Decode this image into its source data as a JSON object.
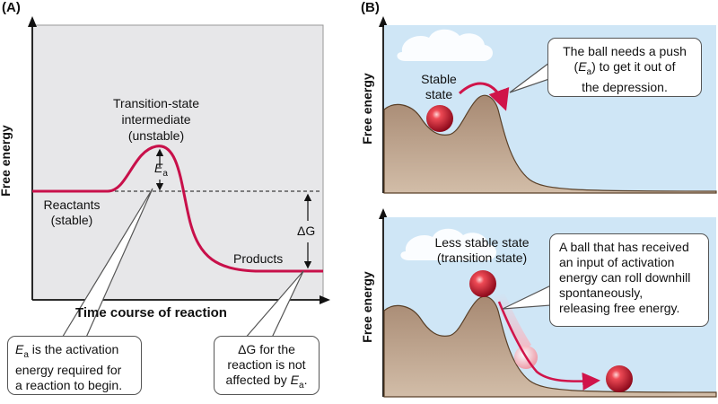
{
  "panel_a": {
    "letter": "(A)",
    "y_axis_label": "Free energy",
    "x_axis_label": "Time course of reaction",
    "transition": [
      "Transition-state",
      "intermediate",
      "(unstable)"
    ],
    "ea_symbol": "E",
    "ea_sub": "a",
    "reactants": [
      "Reactants",
      "(stable)"
    ],
    "products": "Products",
    "delta_g": "ΔG",
    "callout_ea": {
      "symbol": "E",
      "sub": "a",
      "line1_rest": " is the activation",
      "line2": "energy required for",
      "line3": "a reaction to begin."
    },
    "callout_dg": {
      "line1": "ΔG for the",
      "line2": "reaction is not",
      "line3_pre": "affected by ",
      "symbol": "E",
      "sub": "a",
      "end": "."
    }
  },
  "panel_b": {
    "letter": "(B)",
    "top": {
      "y_axis_label": "Free energy",
      "state_label": [
        "Stable",
        "state"
      ],
      "callout": {
        "line1": "The ball needs a push",
        "line2_pre": "(",
        "symbol": "E",
        "sub": "a",
        "line2_post": ") to get it out of",
        "line3": "the depression."
      }
    },
    "bottom": {
      "y_axis_label": "Free energy",
      "state_label": [
        "Less stable state",
        "(transition state)"
      ],
      "callout": [
        "A ball that has received",
        "an input of activation",
        "energy can roll downhill",
        "spontaneously,",
        "releasing free energy."
      ]
    }
  },
  "colors": {
    "curve": "#c8104a",
    "plot_bg": "#e7e7e9",
    "sky": "#cfe6f6",
    "hill": "#b89a80",
    "ball": "#d81e3a",
    "arrow": "#d0144a"
  }
}
